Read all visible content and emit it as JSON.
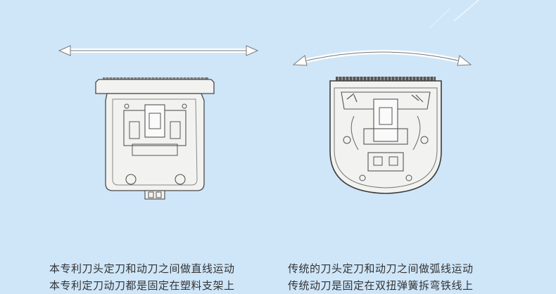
{
  "left": {
    "caption_line1": "本专利刀头定刀和动刀之间做直线运动",
    "caption_line2": "本专利定刀动刀都是固定在塑料支架上"
  },
  "right": {
    "caption_line1": "传统的刀头定刀和动刀之间做弧线运动",
    "caption_line2": "传统动刀是固定在双扭弹簧拆弯铁线上"
  },
  "colors": {
    "background": "#cfe6f9",
    "blade_body": "#f2f2f0",
    "blade_stroke": "#4a4a4a",
    "arrow": "#777777"
  },
  "icons": {
    "left_arrow": "straight-double-arrow-icon",
    "right_arrow": "curved-double-arrow-icon",
    "left_blade": "trimmer-blade-t-shape-icon",
    "right_blade": "trimmer-blade-round-icon"
  }
}
